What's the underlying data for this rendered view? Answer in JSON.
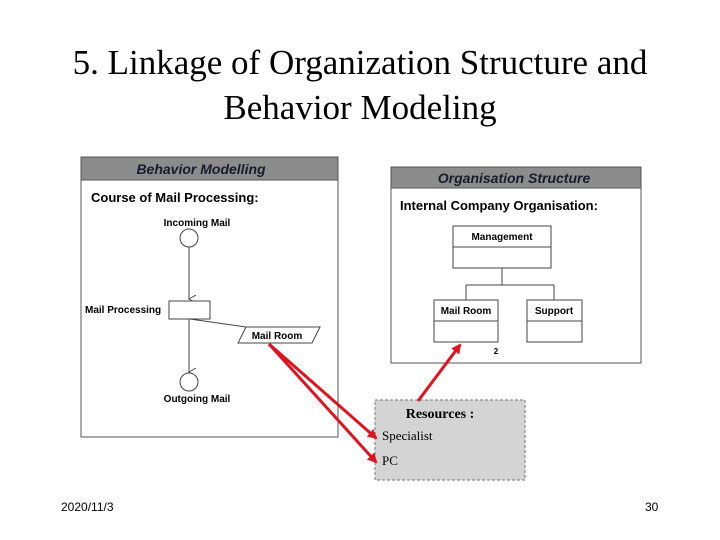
{
  "title_lines": [
    "5. Linkage of Organization Structure and",
    "Behavior Modeling"
  ],
  "behavior": {
    "header": "Behavior Modelling",
    "subtitle": "Course of Mail Processing:",
    "incoming": "Incoming Mail",
    "processing": "Mail Processing",
    "mail_room": "Mail Room",
    "outgoing": "Outgoing Mail"
  },
  "organisation": {
    "header": "Organisation Structure",
    "subtitle": "Internal Company Organisation:",
    "management": "Management",
    "mail_room": "Mail Room",
    "support": "Support",
    "count": "2"
  },
  "resources": {
    "title": "Resources :",
    "specialist": "Specialist",
    "pc": "PC"
  },
  "footer": {
    "date": "2020/11/3",
    "page": "30"
  },
  "colors": {
    "header_bg": "#8c8c8c",
    "resource_bg": "#d4d4d4",
    "arrow": "#e0141e"
  }
}
